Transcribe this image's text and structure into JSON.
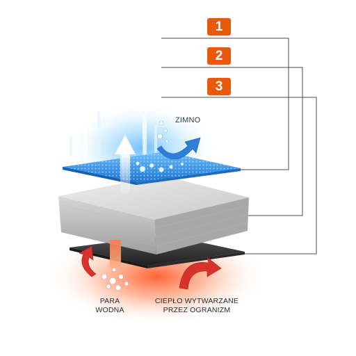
{
  "badges": [
    {
      "number": "1"
    },
    {
      "number": "2"
    },
    {
      "number": "3"
    }
  ],
  "labels": {
    "cold": "ZIMNO",
    "vapor_line1": "PARA",
    "vapor_line2": "WODNA",
    "heat_line1": "CIEPŁO WYTWARZANE",
    "heat_line2": "PRZEZ OGRANIZM"
  },
  "colors": {
    "badge": "#e8590c",
    "leader_line": "#4a4a4a",
    "top_layer": "#2a8ae0",
    "middle_layer": "#cfcfcf",
    "bottom_layer": "#3a3a3a",
    "cold_glow": "#8fd0ff",
    "heat_glow": "#ff6a3d",
    "arrow_red": "#d8322a"
  }
}
